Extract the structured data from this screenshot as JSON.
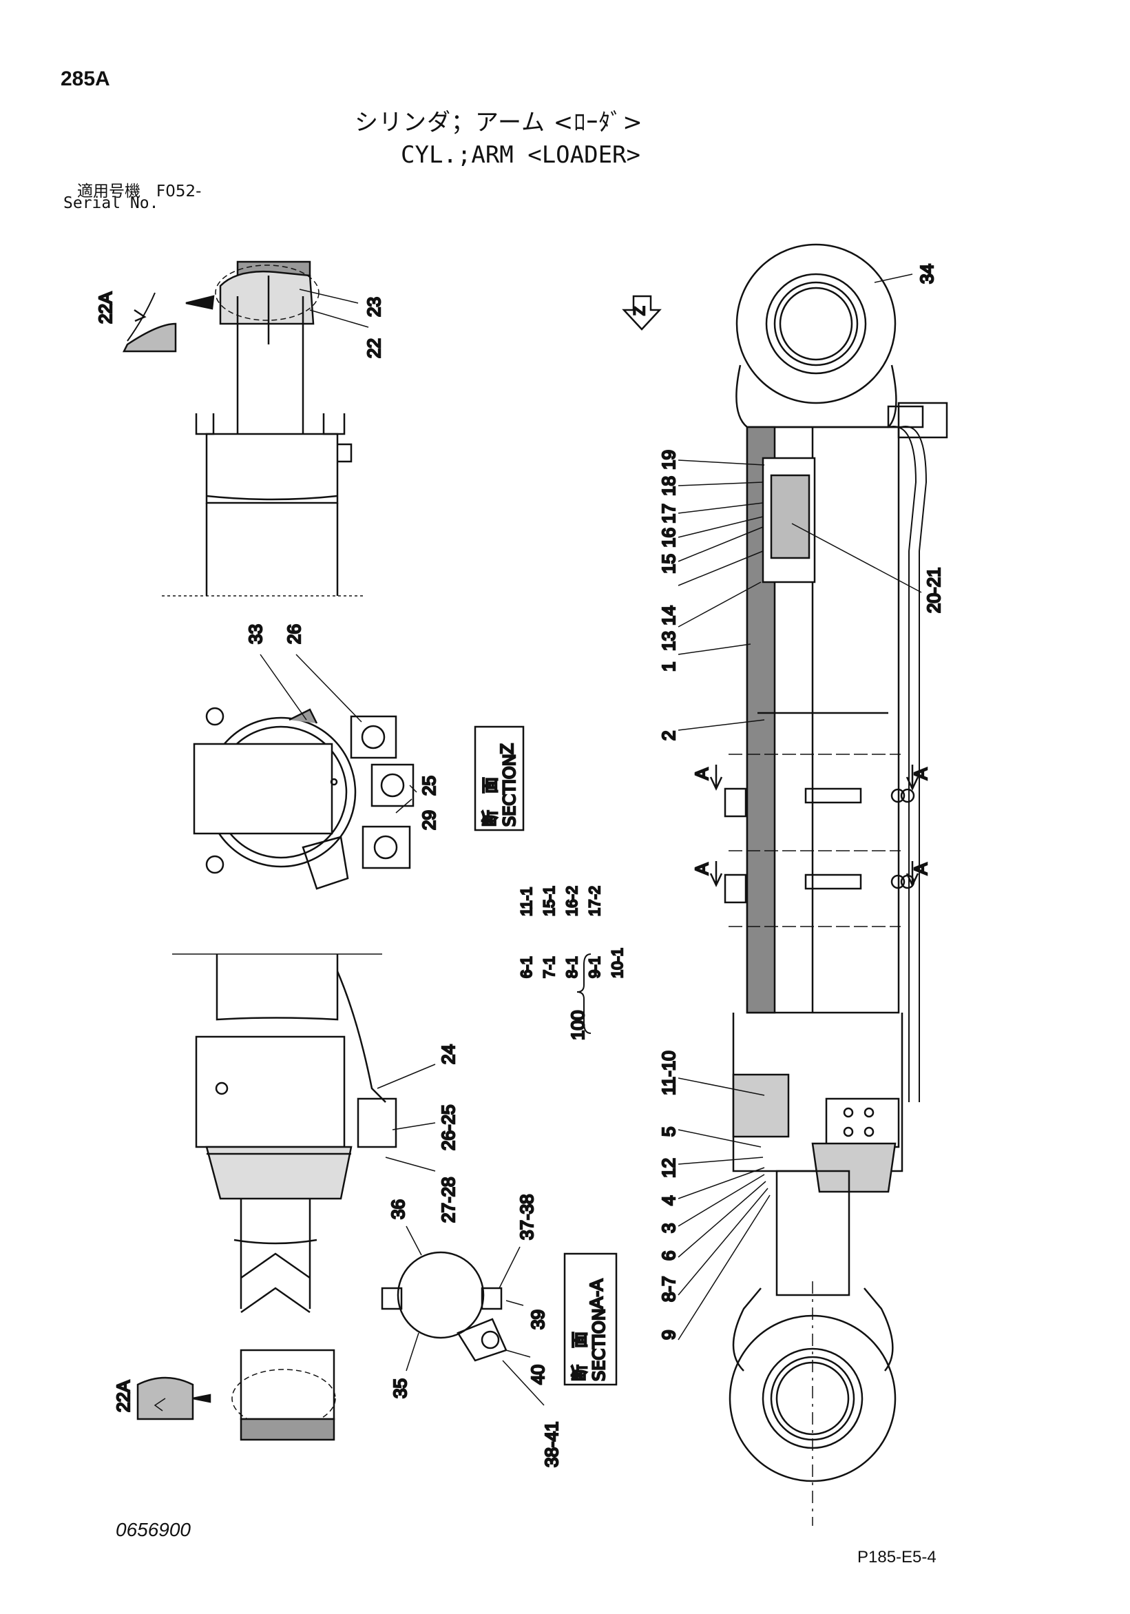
{
  "header": {
    "model": "285A",
    "title_jp": "シリンダ；アーム <ﾛｰﾀﾞ>",
    "title_en": "CYL.;ARM <LOADER>",
    "serial_jp": "適用号機　F052-",
    "serial_en": "Serial No."
  },
  "footer": {
    "doc_number": "0656900",
    "page_ref": "P185-E5-4"
  },
  "callouts": {
    "c34": "34",
    "c19": "19",
    "c18": "18",
    "c17": "17",
    "c16": "16",
    "c15": "15",
    "c14": "14",
    "c13": "13",
    "c1": "1",
    "c2": "2",
    "c2021": "20-21",
    "c1110": "11-10",
    "c5": "5",
    "c12": "12",
    "c4": "4",
    "c3": "3",
    "c6": "6",
    "c87": "8-7",
    "c9": "9",
    "c22a_top": "22A",
    "c23": "23",
    "c22": "22",
    "c33": "33",
    "c26": "26",
    "c25": "25",
    "c29": "29",
    "c24": "24",
    "c2625": "26-25",
    "c2728": "27-28",
    "c36": "36",
    "c3738": "37-38",
    "c39": "39",
    "c40": "40",
    "c35": "35",
    "c3841": "38-41",
    "c22a_bot": "22A",
    "kit_100": "100",
    "kit_col1": [
      "6-1",
      "7-1",
      "8-1",
      "9-1",
      "10-1"
    ],
    "kit_col2": [
      "11-1",
      "15-1",
      "16-2",
      "17-2"
    ],
    "view_z": "Z",
    "section_a1": "A",
    "section_a2": "A",
    "section_a3": "A",
    "section_a4": "A"
  },
  "sections": {
    "z_label_jp": "断　面",
    "z_label_en": "SECTION",
    "z_id": "Z",
    "aa_label_jp": "断　面",
    "aa_label_en": "SECTION",
    "aa_id": "A-A"
  }
}
